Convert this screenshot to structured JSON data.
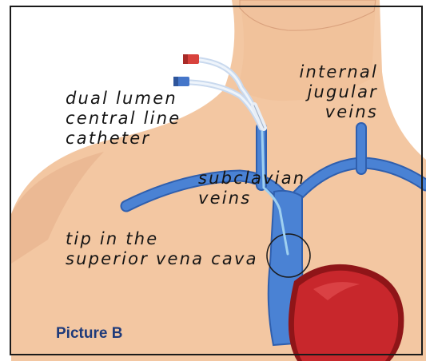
{
  "labels": {
    "catheter": [
      "dual lumen",
      "central line",
      "catheter"
    ],
    "jugular": [
      "internal",
      "jugular",
      "veins"
    ],
    "subclavian": [
      "subclavian",
      "veins"
    ],
    "tip": [
      "tip in the",
      "superior vena cava"
    ]
  },
  "caption": "Picture B",
  "colors": {
    "skin": "#f3c7a2",
    "skin_shadow": "#e4ab85",
    "vein": "#4a82d4",
    "vein_dark": "#2f5fae",
    "heart": "#c8272c",
    "heart_dark": "#8f1518",
    "catheter_red_cap": "#d8423d",
    "catheter_blue_cap": "#4576c9",
    "border": "#1a1a1a"
  }
}
